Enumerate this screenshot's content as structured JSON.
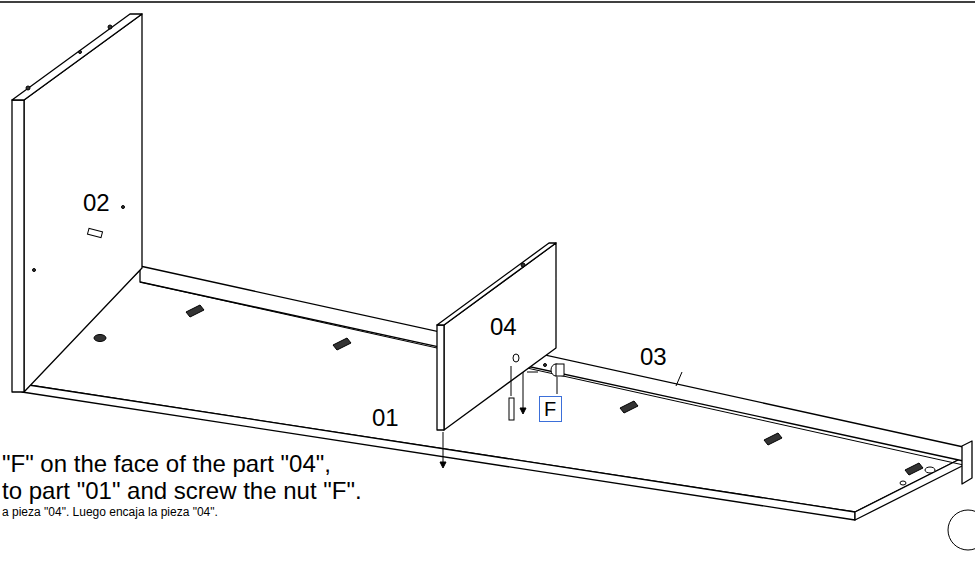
{
  "diagram": {
    "nodes": [
      {
        "text": [
          "F"
        ]
      }
    ],
    "labels": [
      "02",
      "04",
      "03",
      "01",
      "\"F\" on the face of the part \"04\",",
      "to part \"01\" and screw the nut \"F\".",
      "a pieza \"04\". Luego encaja la pieza \"04\"."
    ]
  }
}
